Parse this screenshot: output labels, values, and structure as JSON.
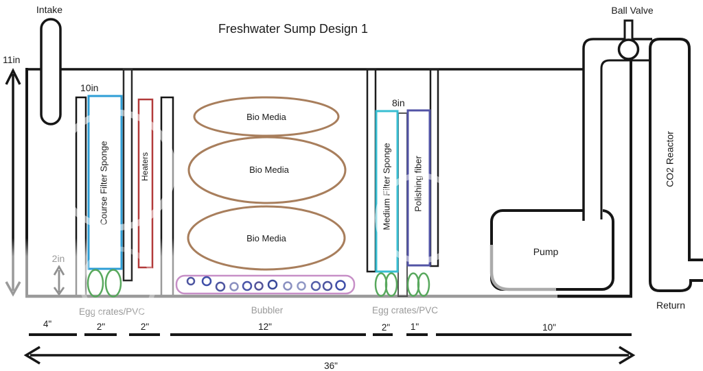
{
  "title": "Freshwater Sump Design 1",
  "tank": {
    "height_label": "11in",
    "left_section_height": "10in",
    "right_section_height": "8in",
    "under_baffle_gap": "2in"
  },
  "components": {
    "intake": "Intake",
    "ball_valve": "Ball Valve",
    "course_filter_sponge": "Course Filter Sponge",
    "heaters": "Heaters",
    "bio_media": "Bio Media",
    "medium_filter_sponge": "Medium Filter Sponge",
    "polishing_fiber": "Polishing fiber",
    "co2_reactor": "CO2 Reactor",
    "pump": "Pump",
    "return_line": "Return",
    "bubbler": "Bubbler",
    "egg_crates": "Egg crates/PVC"
  },
  "dimensions": {
    "total": "36\"",
    "segments": [
      "4\"",
      "2\"",
      "2\"",
      "12\"",
      "2\"",
      "1\"",
      "10\""
    ]
  },
  "colors": {
    "sponge_blue": "#2e9ed6",
    "heater_red": "#b23a3a",
    "bio_brown": "#a87e5c",
    "egg_green": "#58a85d",
    "bubbler_purple": "#c78fc7",
    "medium_cyan": "#38bed2",
    "polishing_indigo": "#5253a5",
    "gray_line": "#9a9a9a"
  }
}
